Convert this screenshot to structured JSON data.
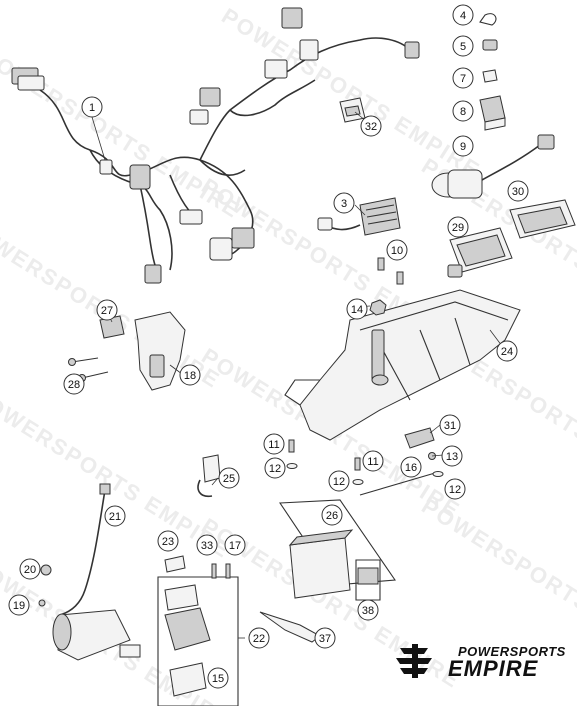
{
  "diagram": {
    "watermark": "POWERSPORTS EMPIRE",
    "callouts": [
      "1",
      "4",
      "5",
      "7",
      "8",
      "9",
      "32",
      "3",
      "30",
      "29",
      "10",
      "14",
      "27",
      "24",
      "18",
      "28",
      "31",
      "11",
      "13",
      "25",
      "11",
      "12",
      "16",
      "12",
      "12",
      "26",
      "21",
      "23",
      "33",
      "17",
      "20",
      "19",
      "22",
      "37",
      "38",
      "15"
    ]
  },
  "logo": {
    "line1": "POWERSPORTS",
    "line2": "EMPIRE"
  },
  "colors": {
    "line": "#333333",
    "part_fill": "#f3f3f3",
    "dark_fill": "#cfcfcf",
    "watermark": "#ececec"
  }
}
